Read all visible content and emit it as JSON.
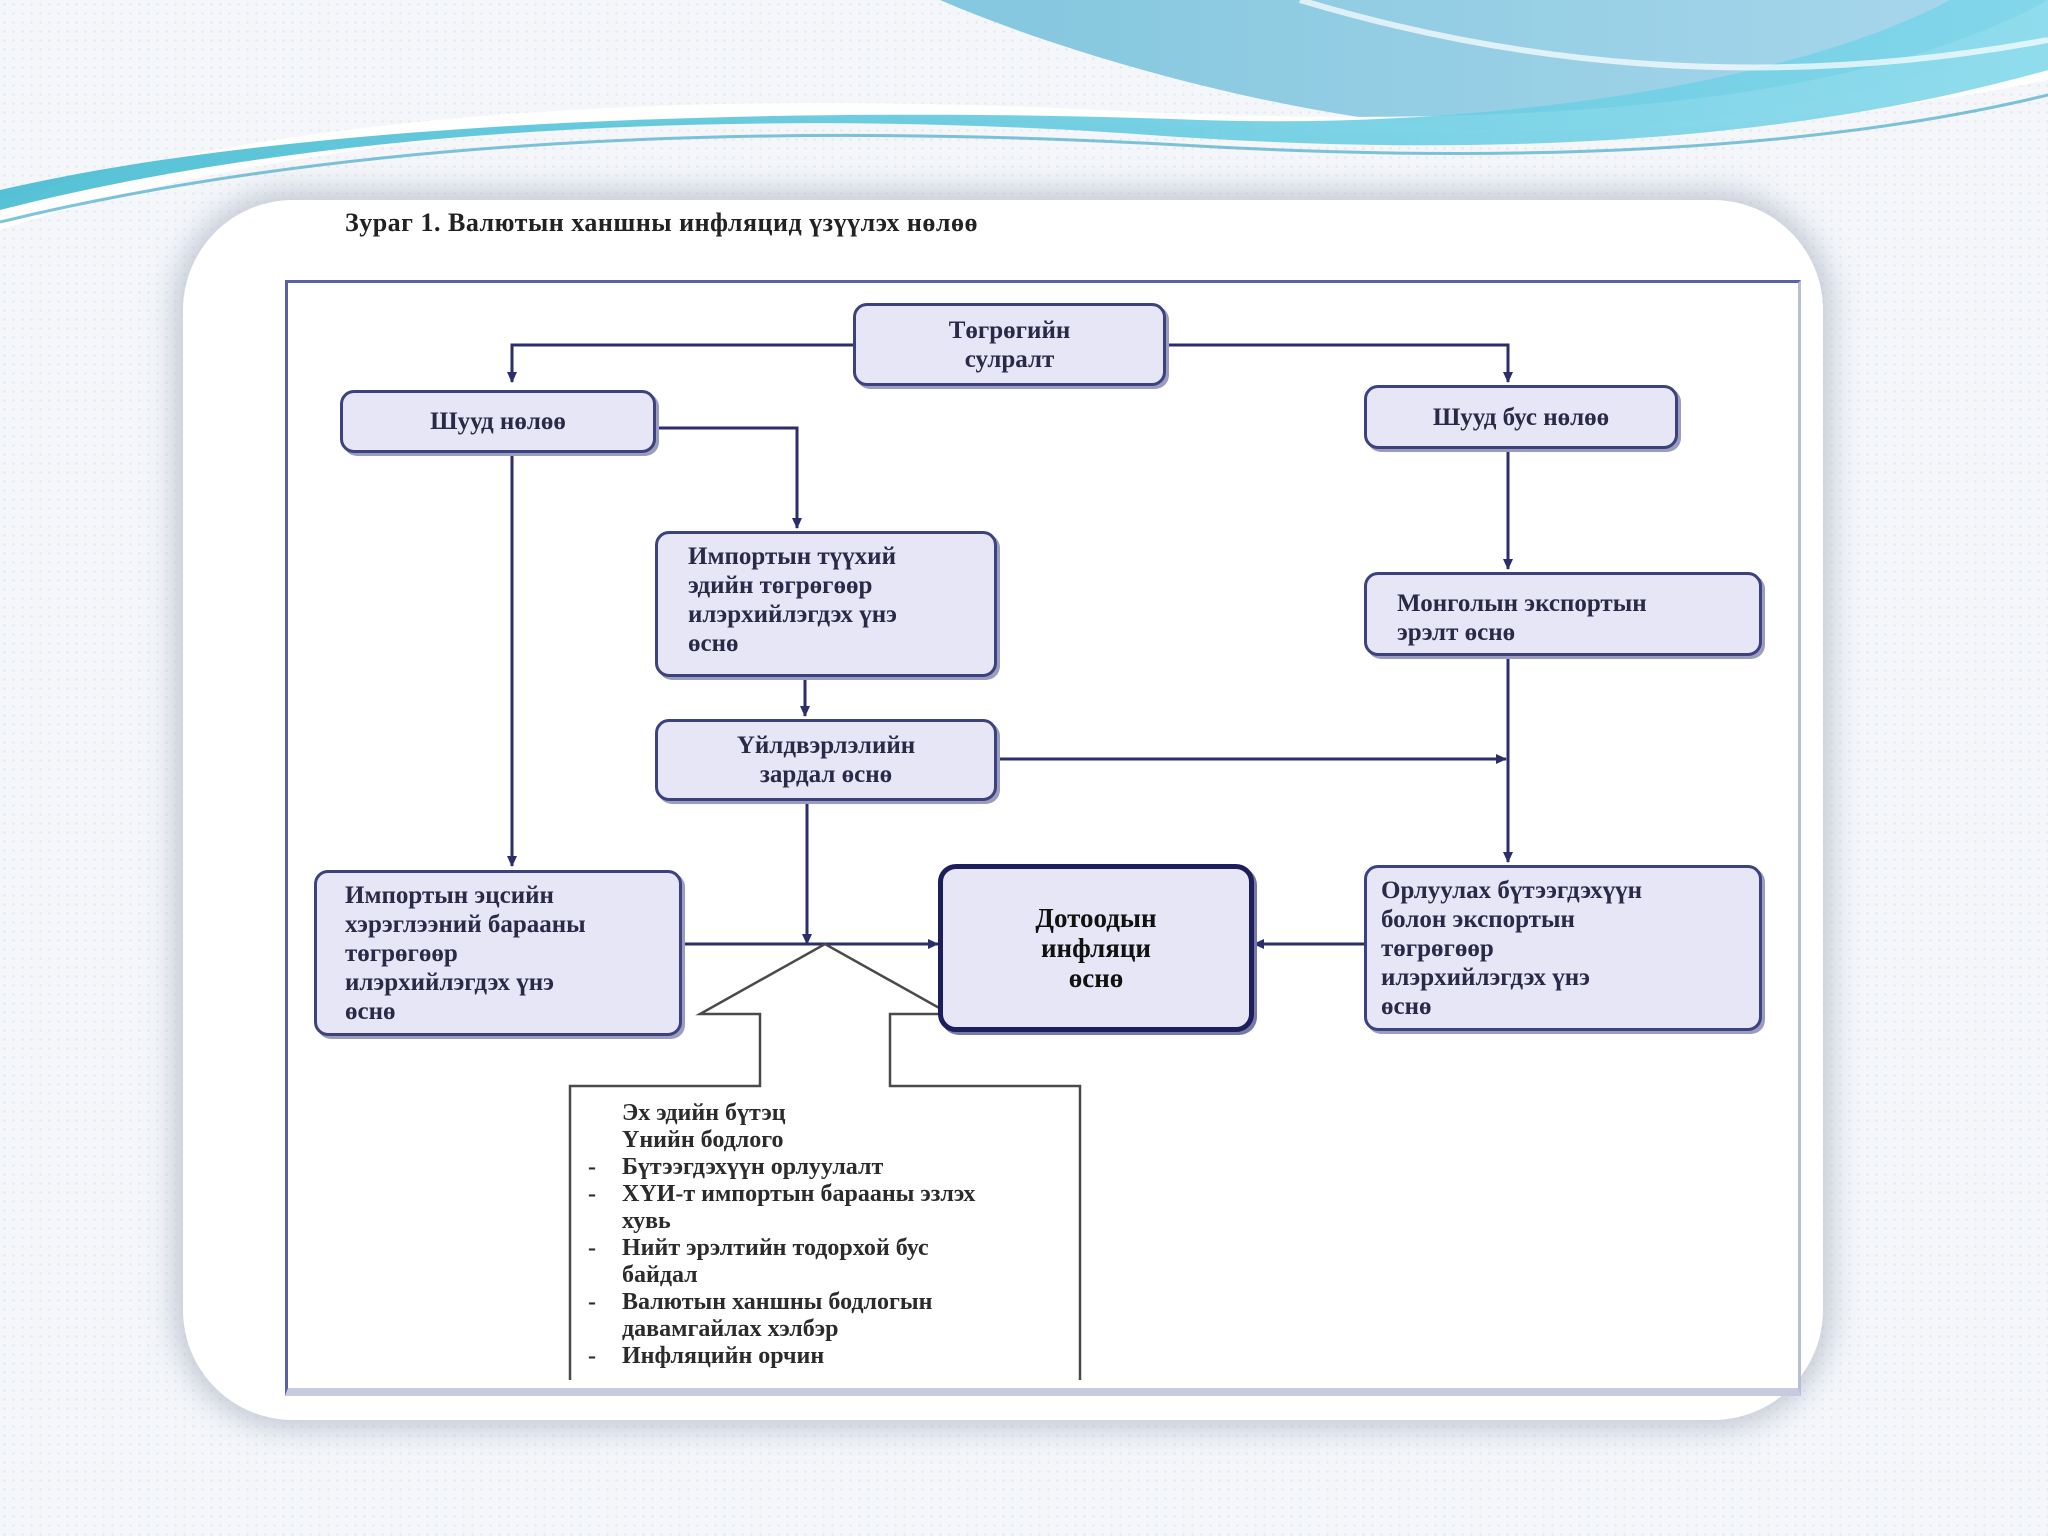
{
  "caption": "Зураг 1. Валютын ханшны инфляцид үзүүлэх нөлөө",
  "nodes": {
    "top": [
      "Төгрөгийн",
      "сулралт"
    ],
    "direct": "Шууд нөлөө",
    "indirect": "Шууд бус нөлөө",
    "import_raw": [
      "Импортын түүхий",
      "эдийн төгрөгөөр",
      "илэрхийлэгдэх үнэ",
      "өснө"
    ],
    "export_demand": [
      "Монголын экспортын",
      "эрэлт өснө"
    ],
    "production_cost": [
      "Үйлдвэрлэлийн",
      "зардал өснө"
    ],
    "import_consumer": [
      "Импортын эцсийн",
      "хэрэглээний барааны",
      "төгрөгөөр",
      "илэрхийлэгдэх үнэ",
      "өснө"
    ],
    "domestic_inflation": [
      "Дотоодын",
      "инфляци",
      "өснө"
    ],
    "substitute": [
      "Орлуулах бүтээгдэхүүн",
      "болон экспортын",
      "төгрөгөөр",
      "илэрхийлэгдэх үнэ",
      "өснө"
    ]
  },
  "factors": {
    "heading": [
      "Эх эдийн бүтэц",
      "Үнийн бодлого"
    ],
    "items": [
      [
        "Бүтээгдэхүүн орлуулалт"
      ],
      [
        "ХҮИ-т импортын барааны эзлэх",
        "хувь"
      ],
      [
        "Нийт эрэлтийн тодорхой бус",
        "байдал"
      ],
      [
        "Валютын ханшны бодлогын",
        "давамгайлах хэлбэр"
      ],
      [
        "Инфляцийн орчин"
      ]
    ]
  },
  "colors": {
    "node_fill": "#e6e6f6",
    "node_border": "#3d417e",
    "arrow": "#2b2e6b",
    "swoosh": "#5cc9dd"
  }
}
